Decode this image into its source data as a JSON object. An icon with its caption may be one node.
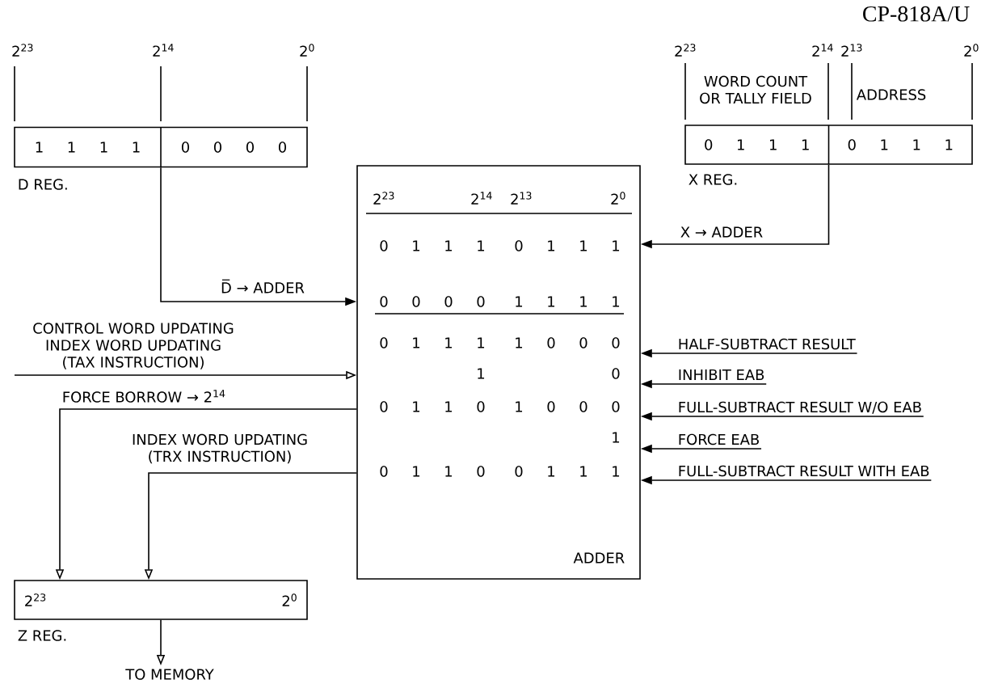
{
  "diagram": {
    "nodes": [
      {
        "text": [
          "1 1 1 1",
          "0 0 0 0"
        ],
        "beside": [
          "D REG."
        ]
      },
      {
        "text": [
          "0 1 1 1",
          "0 1 1 1"
        ],
        "beside": [
          "X REG."
        ]
      },
      {
        "text": [
          "2$^{23}$",
          "2$^{14}$",
          "2$^{13}$",
          "2$^{0}$",
          "0 1 1 1",
          "0 1 1 1",
          "0 0 0 0",
          "1 1 1 1",
          "0 1 1 1",
          "1 0 0 0",
          "1",
          "0",
          "0 1 1 0",
          "1 0 0 0",
          "1",
          "0 1 1 0",
          "0 1 1 1",
          "ADDER"
        ]
      },
      {
        "text": [
          "2$^{23}$",
          "2$^{0}$"
        ],
        "beside": [
          "Z REG."
        ]
      }
    ],
    "edges": [
      {
        "from": 0,
        "to": 2,
        "arrow": "to",
        "label": "D̅ → ADDER"
      },
      {
        "from": 1,
        "to": 2,
        "arrow": "to",
        "label": "X → ADDER"
      },
      {
        "from": null,
        "to": 2,
        "arrow": "to",
        "label": "CONTROL WORD UPDATING INDEX WORD UPDATING (TAX INSTRUCTION)"
      },
      {
        "from": 2,
        "to": 3,
        "arrow": "to",
        "label": "FORCE BORROW → 2$^{14}$"
      },
      {
        "from": 2,
        "to": 3,
        "arrow": "to",
        "label": "INDEX WORD UPDATING (TRX INSTRUCTION)"
      },
      {
        "from": 3,
        "to": null,
        "arrow": "to",
        "label": "TO MEMORY"
      },
      {
        "from": null,
        "to": 2,
        "arrow": "to",
        "label": "HALF-SUBTRACT RESULT"
      },
      {
        "from": null,
        "to": 2,
        "arrow": "to",
        "label": "INHIBIT EAB"
      },
      {
        "from": null,
        "to": 2,
        "arrow": "to",
        "label": "FULL-SUBTRACT RESULT W/O EAB"
      },
      {
        "from": null,
        "to": 2,
        "arrow": "to",
        "label": "FORCE EAB"
      },
      {
        "from": null,
        "to": 2,
        "arrow": "to",
        "label": "FULL-SUBTRACT RESULT WITH EAB"
      }
    ],
    "labels": [
      "CP-818A/U",
      "2$^{23}$",
      "2$^{14}$",
      "2$^{0}$",
      "2$^{23}$",
      "2$^{14}$",
      "2$^{13}$",
      "2$^{0}$",
      "WORD COUNT OR TALLY FIELD",
      "ADDRESS"
    ]
  }
}
